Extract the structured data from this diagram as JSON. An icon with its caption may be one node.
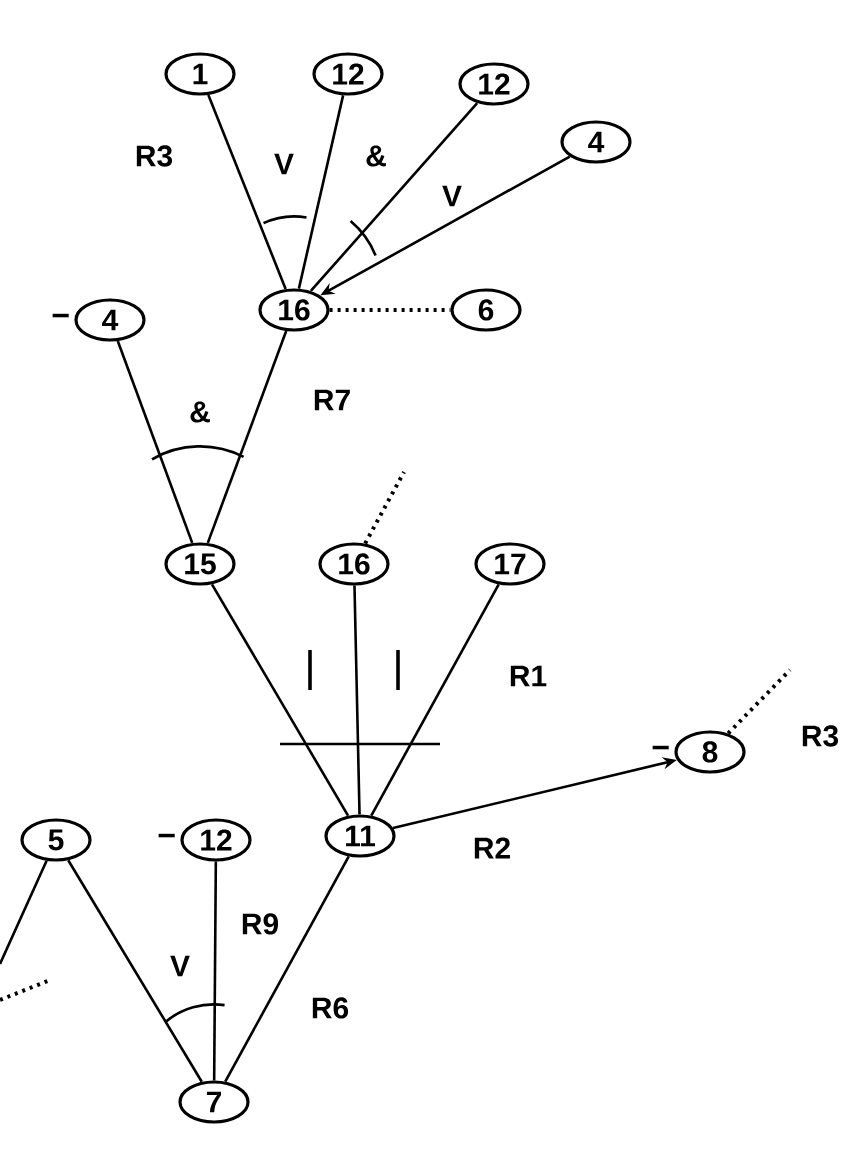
{
  "diagram": {
    "nodes": [
      {
        "text": [
          "1"
        ]
      },
      {
        "text": [
          "12"
        ]
      },
      {
        "text": [
          "12"
        ]
      },
      {
        "text": [
          "4"
        ]
      },
      {
        "text": [
          "16"
        ]
      },
      {
        "text": [
          "6"
        ]
      },
      {
        "text": [
          "4"
        ],
        "beside": [
          "−"
        ]
      },
      {
        "text": [
          "15"
        ]
      },
      {
        "text": [
          "16"
        ]
      },
      {
        "text": [
          "17"
        ]
      },
      {
        "text": [
          "11"
        ]
      },
      {
        "text": [
          "8"
        ],
        "beside": [
          "−"
        ]
      },
      {
        "text": [
          "5"
        ]
      },
      {
        "text": [
          "12"
        ],
        "beside": [
          "−"
        ]
      },
      {
        "text": [
          "7"
        ]
      }
    ],
    "edges": [
      {
        "from": 0,
        "to": 4,
        "arrow": "none"
      },
      {
        "from": 1,
        "to": 4,
        "arrow": "none"
      },
      {
        "from": 2,
        "to": 4,
        "arrow": "none"
      },
      {
        "from": 3,
        "to": 4,
        "arrow": "to"
      },
      {
        "from": 4,
        "to": 5,
        "arrow": "none",
        "style": "dashed"
      },
      {
        "from": 6,
        "to": 7,
        "arrow": "none"
      },
      {
        "from": 4,
        "to": 7,
        "arrow": "none"
      },
      {
        "from": 7,
        "to": 10,
        "arrow": "none"
      },
      {
        "from": 8,
        "to": 10,
        "arrow": "none"
      },
      {
        "from": 9,
        "to": 10,
        "arrow": "none"
      },
      {
        "from": 10,
        "to": 11,
        "arrow": "to"
      },
      {
        "from": 8,
        "to": null,
        "arrow": "none",
        "style": "dashed"
      },
      {
        "from": 11,
        "to": null,
        "arrow": "none",
        "style": "dashed"
      },
      {
        "from": 12,
        "to": null,
        "arrow": "none"
      },
      {
        "from": 12,
        "to": 14,
        "arrow": "none"
      },
      {
        "from": 13,
        "to": 14,
        "arrow": "none"
      },
      {
        "from": 10,
        "to": 14,
        "arrow": "none"
      }
    ],
    "labels": [
      "R3",
      "V",
      "&",
      "V",
      "R7",
      "&",
      "R1",
      "R3",
      "R2",
      "R9",
      "V",
      "R6"
    ]
  }
}
